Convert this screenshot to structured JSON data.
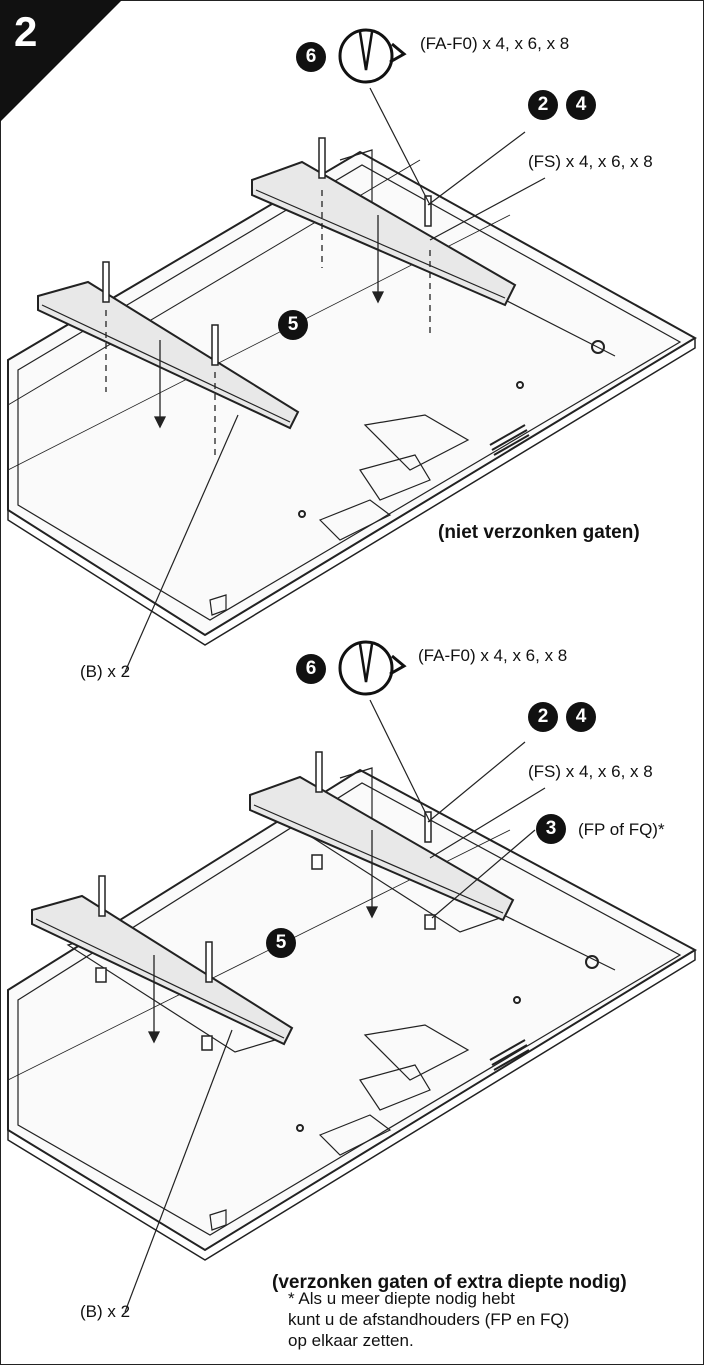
{
  "step": {
    "number": "2"
  },
  "top": {
    "callout_6": "6",
    "label_fa": "(FA-F0) x 4, x 6, x 8",
    "callout_2": "2",
    "callout_4": "4",
    "label_fs": "(FS) x 4, x 6, x 8",
    "callout_5": "5",
    "caption": "(niet verzonken gaten)",
    "label_b": "(B) x 2"
  },
  "bottom": {
    "callout_6": "6",
    "label_fa": "(FA-F0) x 4, x 6, x 8",
    "callout_2": "2",
    "callout_4": "4",
    "label_fs": "(FS) x 4, x 6, x 8",
    "callout_3": "3",
    "label_fp": "(FP of FQ)*",
    "callout_5": "5",
    "caption": "(verzonken gaten of extra diepte nodig)",
    "label_b": "(B) x 2"
  },
  "footnote": {
    "line1": "* Als u meer diepte nodig hebt",
    "line2": "kunt u de afstandhouders (FP en FQ)",
    "line3": "op elkaar zetten."
  },
  "colors": {
    "ink": "#111111",
    "paper": "#ffffff",
    "panel_fill": "#f4f4f4"
  }
}
